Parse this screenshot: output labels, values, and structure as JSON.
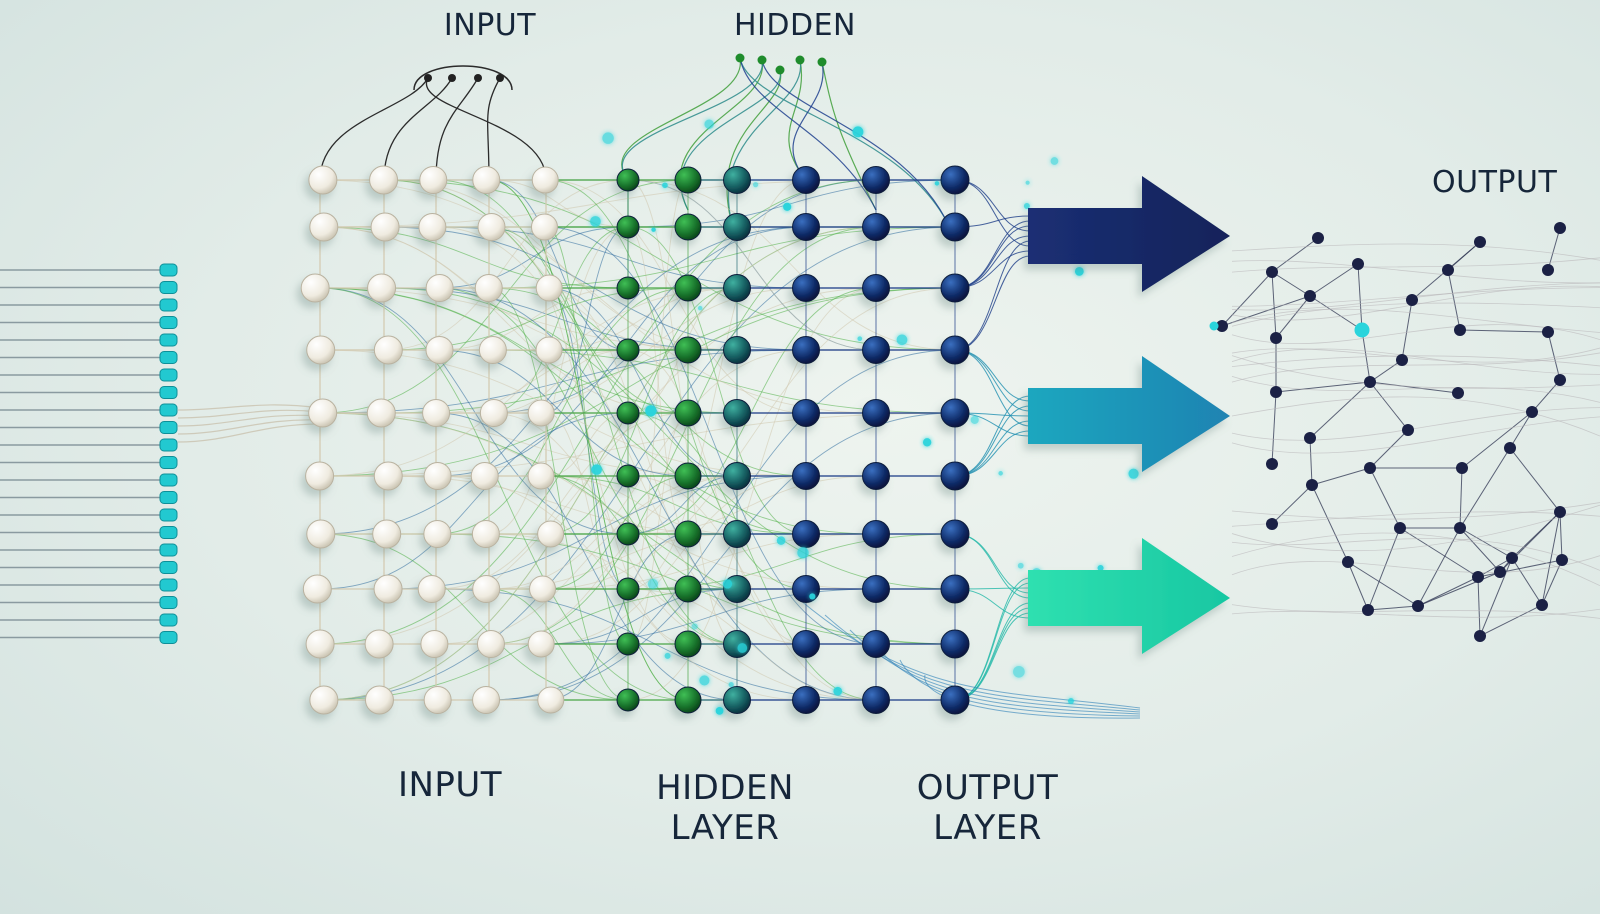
{
  "labels": {
    "top_input": "INPUT",
    "top_hidden": "HIDDEN",
    "top_output": "OUTPUT",
    "bottom_input": "INPUT",
    "bottom_hidden": "HIDDEN LAYER",
    "bottom_output": "OUTPUT LAYER"
  },
  "colors": {
    "background": "#e4eeea",
    "input_node": "#f6f3ea",
    "hidden_node": "#1f8a2e",
    "teal_node": "#1a6e78",
    "output_node": "#0f2a5a",
    "cyan_accent": "#2ad4dc",
    "arrow_navy": "#13255c",
    "arrow_teal": "#1fa0b8",
    "arrow_green": "#22d8b0",
    "right_network_node": "#1b2145"
  },
  "icons": [
    "right-arrow-icon",
    "right-arrow-icon",
    "right-arrow-icon"
  ]
}
